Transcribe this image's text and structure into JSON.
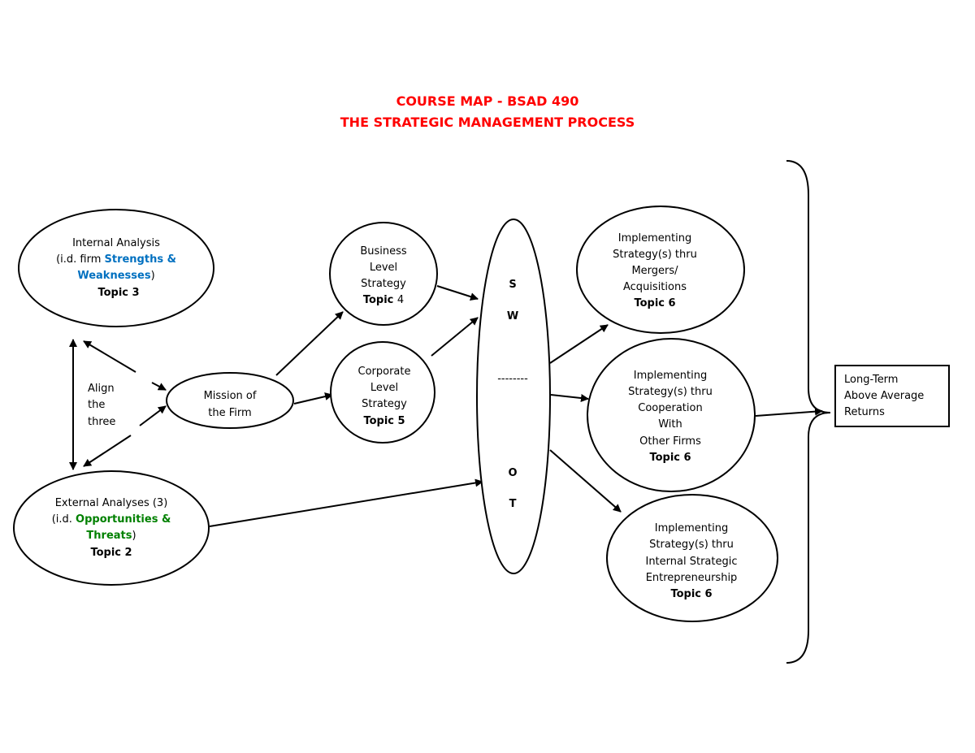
{
  "title": {
    "line1": "COURSE MAP - BSAD 490",
    "line2": "THE STRATEGIC MANAGEMENT PROCESS"
  },
  "colors": {
    "title": "#ff0000",
    "topic": "#ff0000",
    "strengths": "#0070c0",
    "opportunities": "#008000",
    "stroke": "#000000"
  },
  "nodes": {
    "internal": {
      "line1": "Internal Analysis",
      "line2_prefix": "(i.d. firm ",
      "line2_highlight": "Strengths &",
      "line3_highlight": "Weaknesses",
      "line3_suffix": ")",
      "topic": "Topic 3"
    },
    "external": {
      "line1": "External Analyses (3)",
      "line2_prefix": "(i.d. ",
      "line2_highlight": "Opportunities &",
      "line3_highlight": "Threats",
      "line3_suffix": ")",
      "topic": "Topic 2"
    },
    "align": {
      "line1": "Align",
      "line2": "the",
      "line3": "three"
    },
    "mission": {
      "line1": "Mission of",
      "line2": "the Firm"
    },
    "business": {
      "line1": "Business",
      "line2": "Level",
      "line3": "Strategy",
      "topic_prefix": "Topic ",
      "topic_num": "4"
    },
    "corporate": {
      "line1": "Corporate",
      "line2": "Level",
      "line3": "Strategy",
      "topic": "Topic 5"
    },
    "swot": {
      "s": "S",
      "w": "W",
      "divider": "--------",
      "o": "O",
      "t": "T"
    },
    "mergers": {
      "line1": "Implementing",
      "line2": "Strategy(s) thru",
      "line3": "Mergers/",
      "line4": "Acquisitions",
      "topic": "Topic 6"
    },
    "cooperation": {
      "line1": "Implementing",
      "line2": "Strategy(s) thru",
      "line3": "Cooperation",
      "line4": "With",
      "line5": "Other Firms",
      "topic": "Topic 6"
    },
    "entrepreneurship": {
      "line1": "Implementing",
      "line2": "Strategy(s) thru",
      "line3": "Internal Strategic",
      "line4": "Entrepreneurship",
      "topic": "Topic 6"
    },
    "returns": {
      "line1": "Long-Term",
      "line2": "Above Average",
      "line3": "Returns"
    }
  }
}
